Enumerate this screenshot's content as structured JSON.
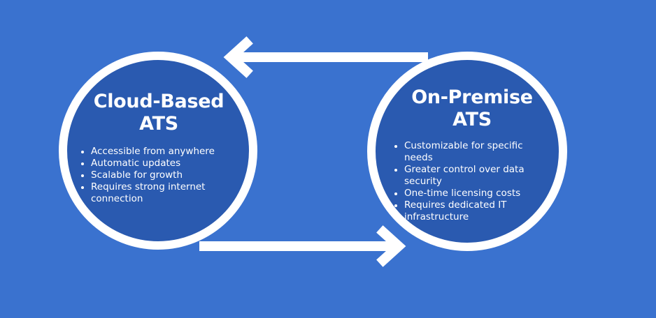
{
  "colors": {
    "background": "#3a72cf",
    "circle_fill": "#2a5ab0",
    "stroke": "#ffffff",
    "text": "#ffffff"
  },
  "left": {
    "title_line1": "Cloud-Based",
    "title_line2": "ATS",
    "items": [
      "Accessible from anywhere",
      "Automatic updates",
      "Scalable for growth",
      "Requires strong internet connection"
    ]
  },
  "right": {
    "title_line1": "On-Premise",
    "title_line2": "ATS",
    "items": [
      "Customizable for specific needs",
      "Greater control over data security",
      "One-time licensing costs",
      "Requires dedicated IT infrastructure"
    ]
  },
  "arrows": [
    {
      "name": "top-arrow",
      "direction": "left"
    },
    {
      "name": "bottom-arrow",
      "direction": "right"
    }
  ]
}
